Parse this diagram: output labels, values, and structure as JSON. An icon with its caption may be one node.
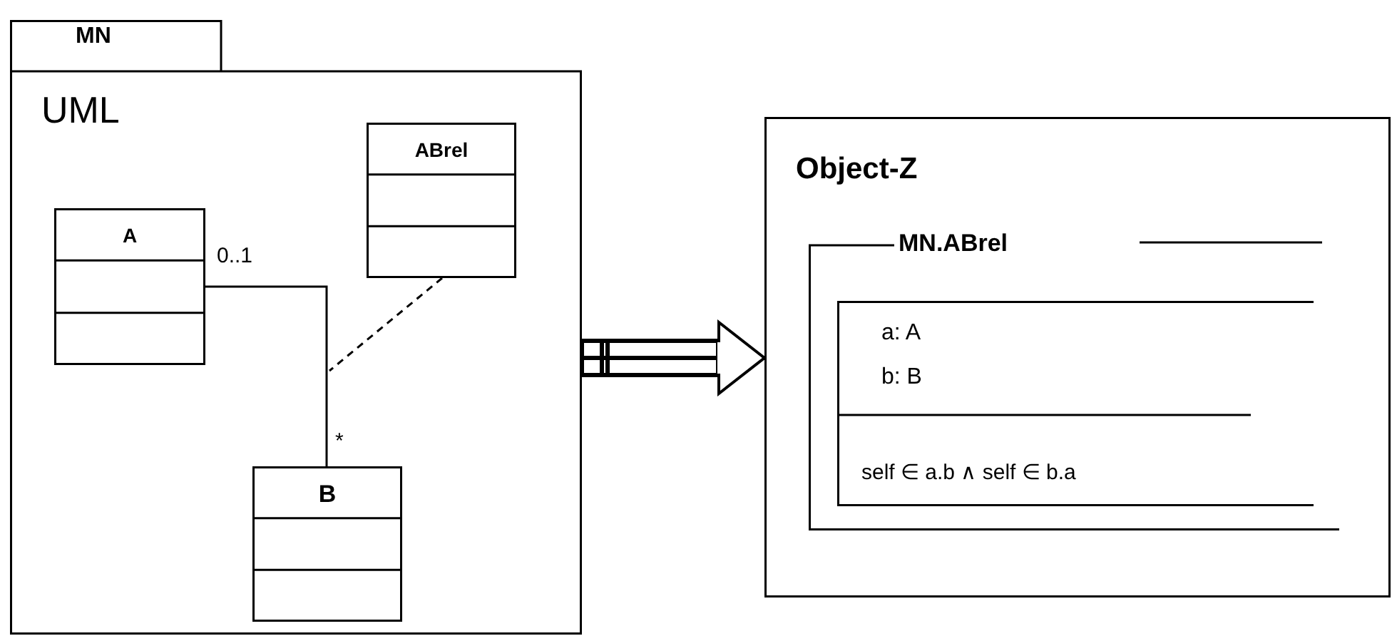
{
  "diagram": {
    "nodes": [
      {
        "text": [
          "MN",
          "UML"
        ]
      },
      {
        "text": [
          "ABrel"
        ],
        "in": 0
      },
      {
        "text": [
          "A"
        ],
        "in": 0
      },
      {
        "text": [
          "B"
        ],
        "in": 0
      },
      {
        "text": [
          "Object-Z"
        ]
      },
      {
        "text": [
          "MN.ABrel"
        ],
        "in": 4
      },
      {
        "text": [
          "a: A",
          "b: B",
          "self ∈ a.b ∧ self ∈ b.a"
        ],
        "in": 5
      }
    ],
    "edges": [
      {
        "from": 2,
        "to": 3,
        "arrow": "none"
      },
      {
        "from": 1,
        "to": null,
        "arrow": "none",
        "style": "dashed"
      },
      {
        "from": 0,
        "to": 4,
        "arrow": "to",
        "style": "thick"
      }
    ],
    "labels": [
      "0..1",
      "*"
    ]
  }
}
